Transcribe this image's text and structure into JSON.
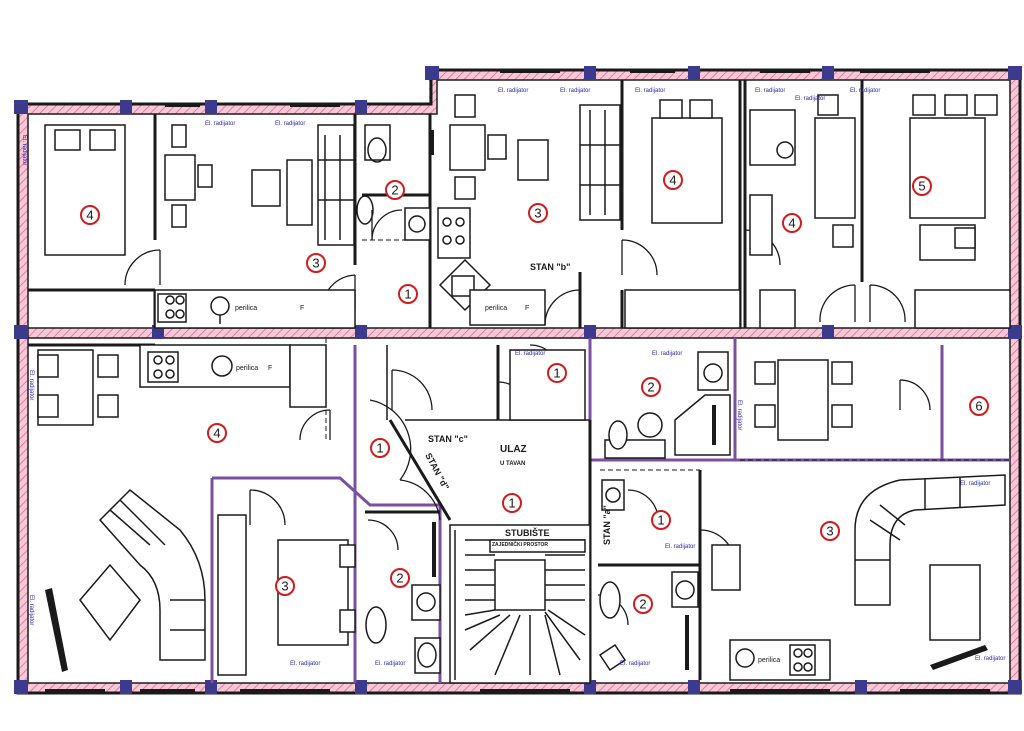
{
  "rooms": [
    {
      "id": "r-a4",
      "num": "4"
    },
    {
      "id": "r-a3",
      "num": "3"
    },
    {
      "id": "r-a2",
      "num": "2"
    },
    {
      "id": "r-a1",
      "num": "1"
    },
    {
      "id": "r-b3",
      "num": "3"
    },
    {
      "id": "r-b4",
      "num": "4"
    },
    {
      "id": "r-b4b",
      "num": "4"
    },
    {
      "id": "r-b5",
      "num": "5"
    },
    {
      "id": "r-c1",
      "num": "1"
    },
    {
      "id": "r-c4",
      "num": "4"
    },
    {
      "id": "r-c3",
      "num": "3"
    },
    {
      "id": "r-c2",
      "num": "2"
    },
    {
      "id": "r-u1",
      "num": "1"
    },
    {
      "id": "r-s1",
      "num": "1"
    },
    {
      "id": "r-d2",
      "num": "2"
    },
    {
      "id": "r-d6",
      "num": "6"
    },
    {
      "id": "r-d1",
      "num": "1"
    },
    {
      "id": "r-d3",
      "num": "3"
    },
    {
      "id": "r-d2b",
      "num": "2"
    }
  ],
  "labels": {
    "stan_b": "STAN \"b\"",
    "stan_c": "STAN \"c\"",
    "stan_d": "STAN \"d\"",
    "stan_a": "STAN \"a\"",
    "ulaz": "ULAZ",
    "u_tavan": "U TAVAN",
    "stubiste": "STUBIŠTE",
    "zajednicki": "ZAJEDNIČKI PROSTOR",
    "perilica": "perilica",
    "f": "F",
    "radijator": "El. radijator"
  },
  "colors": {
    "wall_pink": "#f7c9d8",
    "marker_red": "#d01c1c",
    "inner_wall": "#7a4fa0",
    "column": "#3b3a8c"
  }
}
